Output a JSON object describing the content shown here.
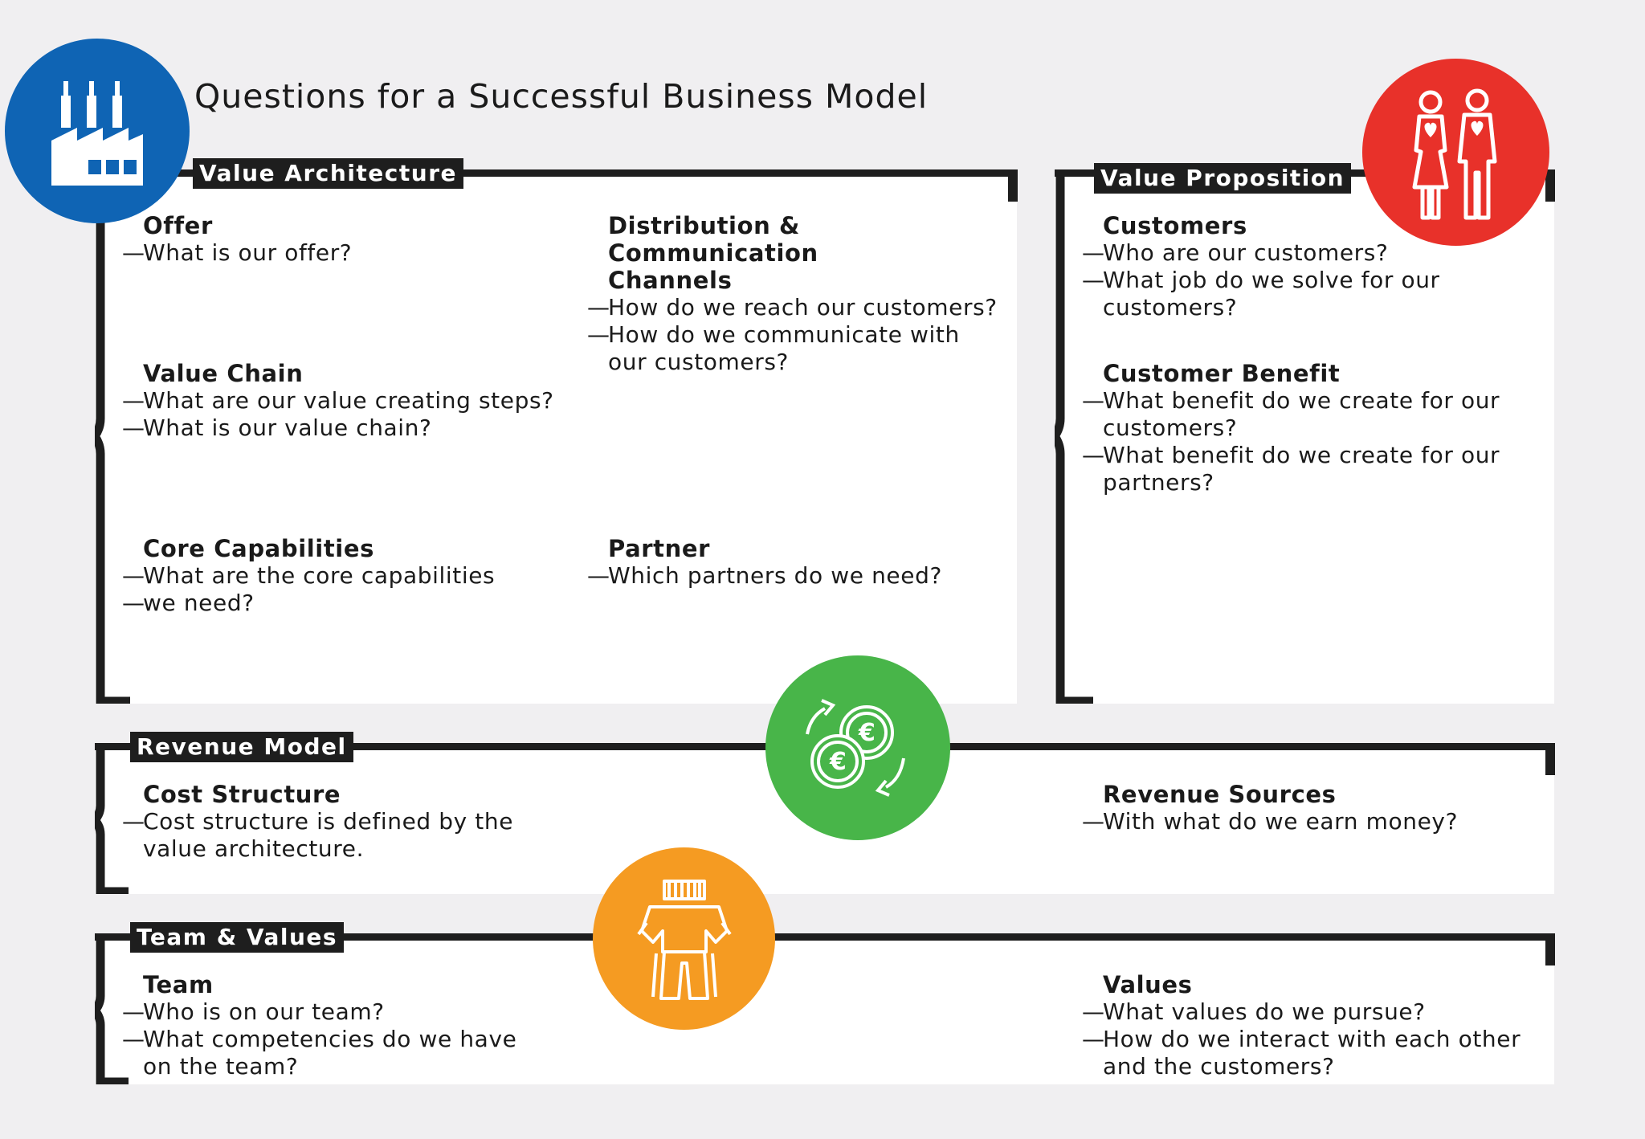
{
  "title": "Questions for a Successful Business Model",
  "colors": {
    "blue": "#0f64b4",
    "red": "#e8312a",
    "green": "#48b549",
    "orange": "#f59b22",
    "frame": "#1e1e1e",
    "background": "#f0eff1"
  },
  "icons": [
    "factory-icon",
    "couple-hearts-icon",
    "euro-coins-cycle-icon",
    "team-people-icon"
  ],
  "dash": "—",
  "value_architecture": {
    "label": "Value Architecture",
    "offer": {
      "title": "Offer",
      "q1": "What is our offer?"
    },
    "channels": {
      "title_line1": "Distribution & Communication",
      "title_line2": "Channels",
      "q1": "How do we reach our customers?",
      "q2_line1": "How do we communicate with",
      "q2_line2": "our customers?"
    },
    "value_chain": {
      "title": "Value Chain",
      "q1": "What are our value creating steps?",
      "q2": "What is our value chain?"
    },
    "core": {
      "title": "Core Capabilities",
      "q1": "What are the core capabilities",
      "q2": "we need?"
    },
    "partner": {
      "title": "Partner",
      "q1": "Which partners do we need?"
    }
  },
  "value_proposition": {
    "label": "Value Proposition",
    "customers": {
      "title": "Customers",
      "q1": "Who are our customers?",
      "q2_line1": "What job do we solve for our",
      "q2_line2": "customers?"
    },
    "benefit": {
      "title": "Customer Benefit",
      "q1_line1": "What benefit do we create for our",
      "q1_line2": "customers?",
      "q2_line1": "What benefit do we create for our",
      "q2_line2": "partners?"
    }
  },
  "revenue_model": {
    "label": "Revenue Model",
    "cost": {
      "title": "Cost Structure",
      "q1_line1": "Cost structure is defined by the",
      "q1_line2": "value architecture."
    },
    "sources": {
      "title": "Revenue Sources",
      "q1": "With what do we earn money?"
    }
  },
  "team_values": {
    "label": "Team & Values",
    "team": {
      "title": "Team",
      "q1": "Who is on our team?",
      "q2_line1": "What competencies do we have",
      "q2_line2": "on the team?"
    },
    "values": {
      "title": "Values",
      "q1": "What values do we pursue?",
      "q2_line1": "How do we interact with each other",
      "q2_line2": "and the customers?"
    }
  }
}
